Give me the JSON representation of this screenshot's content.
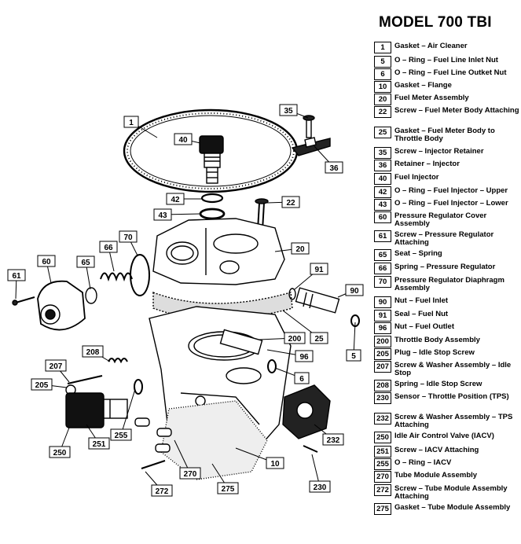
{
  "title": "MODEL 700 TBI",
  "legend": [
    {
      "num": "1",
      "text": "Gasket – Air Cleaner"
    },
    {
      "num": "5",
      "text": "O – Ring – Fuel Line Inlet Nut"
    },
    {
      "num": "6",
      "text": "O – Ring – Fuel Line Outket Nut"
    },
    {
      "num": "10",
      "text": "Gasket – Flange"
    },
    {
      "num": "20",
      "text": "Fuel Meter Assembly"
    },
    {
      "num": "22",
      "text": "Screw – Fuel Meter Body Attaching"
    },
    {
      "num": "25",
      "text": "Gasket – Fuel Meter Body to Throttle Body"
    },
    {
      "num": "35",
      "text": "Screw – Injector Retainer"
    },
    {
      "num": "36",
      "text": "Retainer – Injector"
    },
    {
      "num": "40",
      "text": "Fuel Injector"
    },
    {
      "num": "42",
      "text": "O – Ring – Fuel Injector – Upper"
    },
    {
      "num": "43",
      "text": "O – Ring – Fuel Injector – Lower"
    },
    {
      "num": "60",
      "text": "Pressure Regulator Cover Assembly"
    },
    {
      "num": "61",
      "text": "Screw – Pressure Regulator Attaching"
    },
    {
      "num": "65",
      "text": "Seat – Spring"
    },
    {
      "num": "66",
      "text": "Spring – Pressure Regulator"
    },
    {
      "num": "70",
      "text": "Pressure Regulator Diaphragm Assembly"
    },
    {
      "num": "90",
      "text": "Nut – Fuel Inlet"
    },
    {
      "num": "91",
      "text": "Seal – Fuel Nut"
    },
    {
      "num": "96",
      "text": "Nut – Fuel Outlet"
    },
    {
      "num": "200",
      "text": "Throttle Body Assembly"
    },
    {
      "num": "205",
      "text": "Plug – Idle Stop Screw"
    },
    {
      "num": "207",
      "text": "Screw & Washer Assembly – Idle Stop"
    },
    {
      "num": "208",
      "text": "Spring – Idle Stop Screw"
    },
    {
      "num": "230",
      "text": "Sensor – Throttle Position (TPS)"
    },
    {
      "num": "232",
      "text": "Screw & Washer Assembly – TPS Attaching"
    },
    {
      "num": "250",
      "text": "Idle Air Control Valve (IACV)"
    },
    {
      "num": "251",
      "text": "Screw – IACV Attaching"
    },
    {
      "num": "255",
      "text": "O – Ring – IACV"
    },
    {
      "num": "270",
      "text": "Tube Module Assembly"
    },
    {
      "num": "272",
      "text": "Screw – Tube Module Assembly Attaching"
    },
    {
      "num": "275",
      "text": "Gasket – Tube Module Assembly"
    }
  ],
  "callouts": [
    "1",
    "35",
    "40",
    "36",
    "42",
    "43",
    "22",
    "20",
    "70",
    "66",
    "65",
    "60",
    "61",
    "91",
    "90",
    "200",
    "25",
    "96",
    "5",
    "6",
    "208",
    "207",
    "205",
    "250",
    "251",
    "255",
    "232",
    "230",
    "10",
    "270",
    "275",
    "272"
  ]
}
